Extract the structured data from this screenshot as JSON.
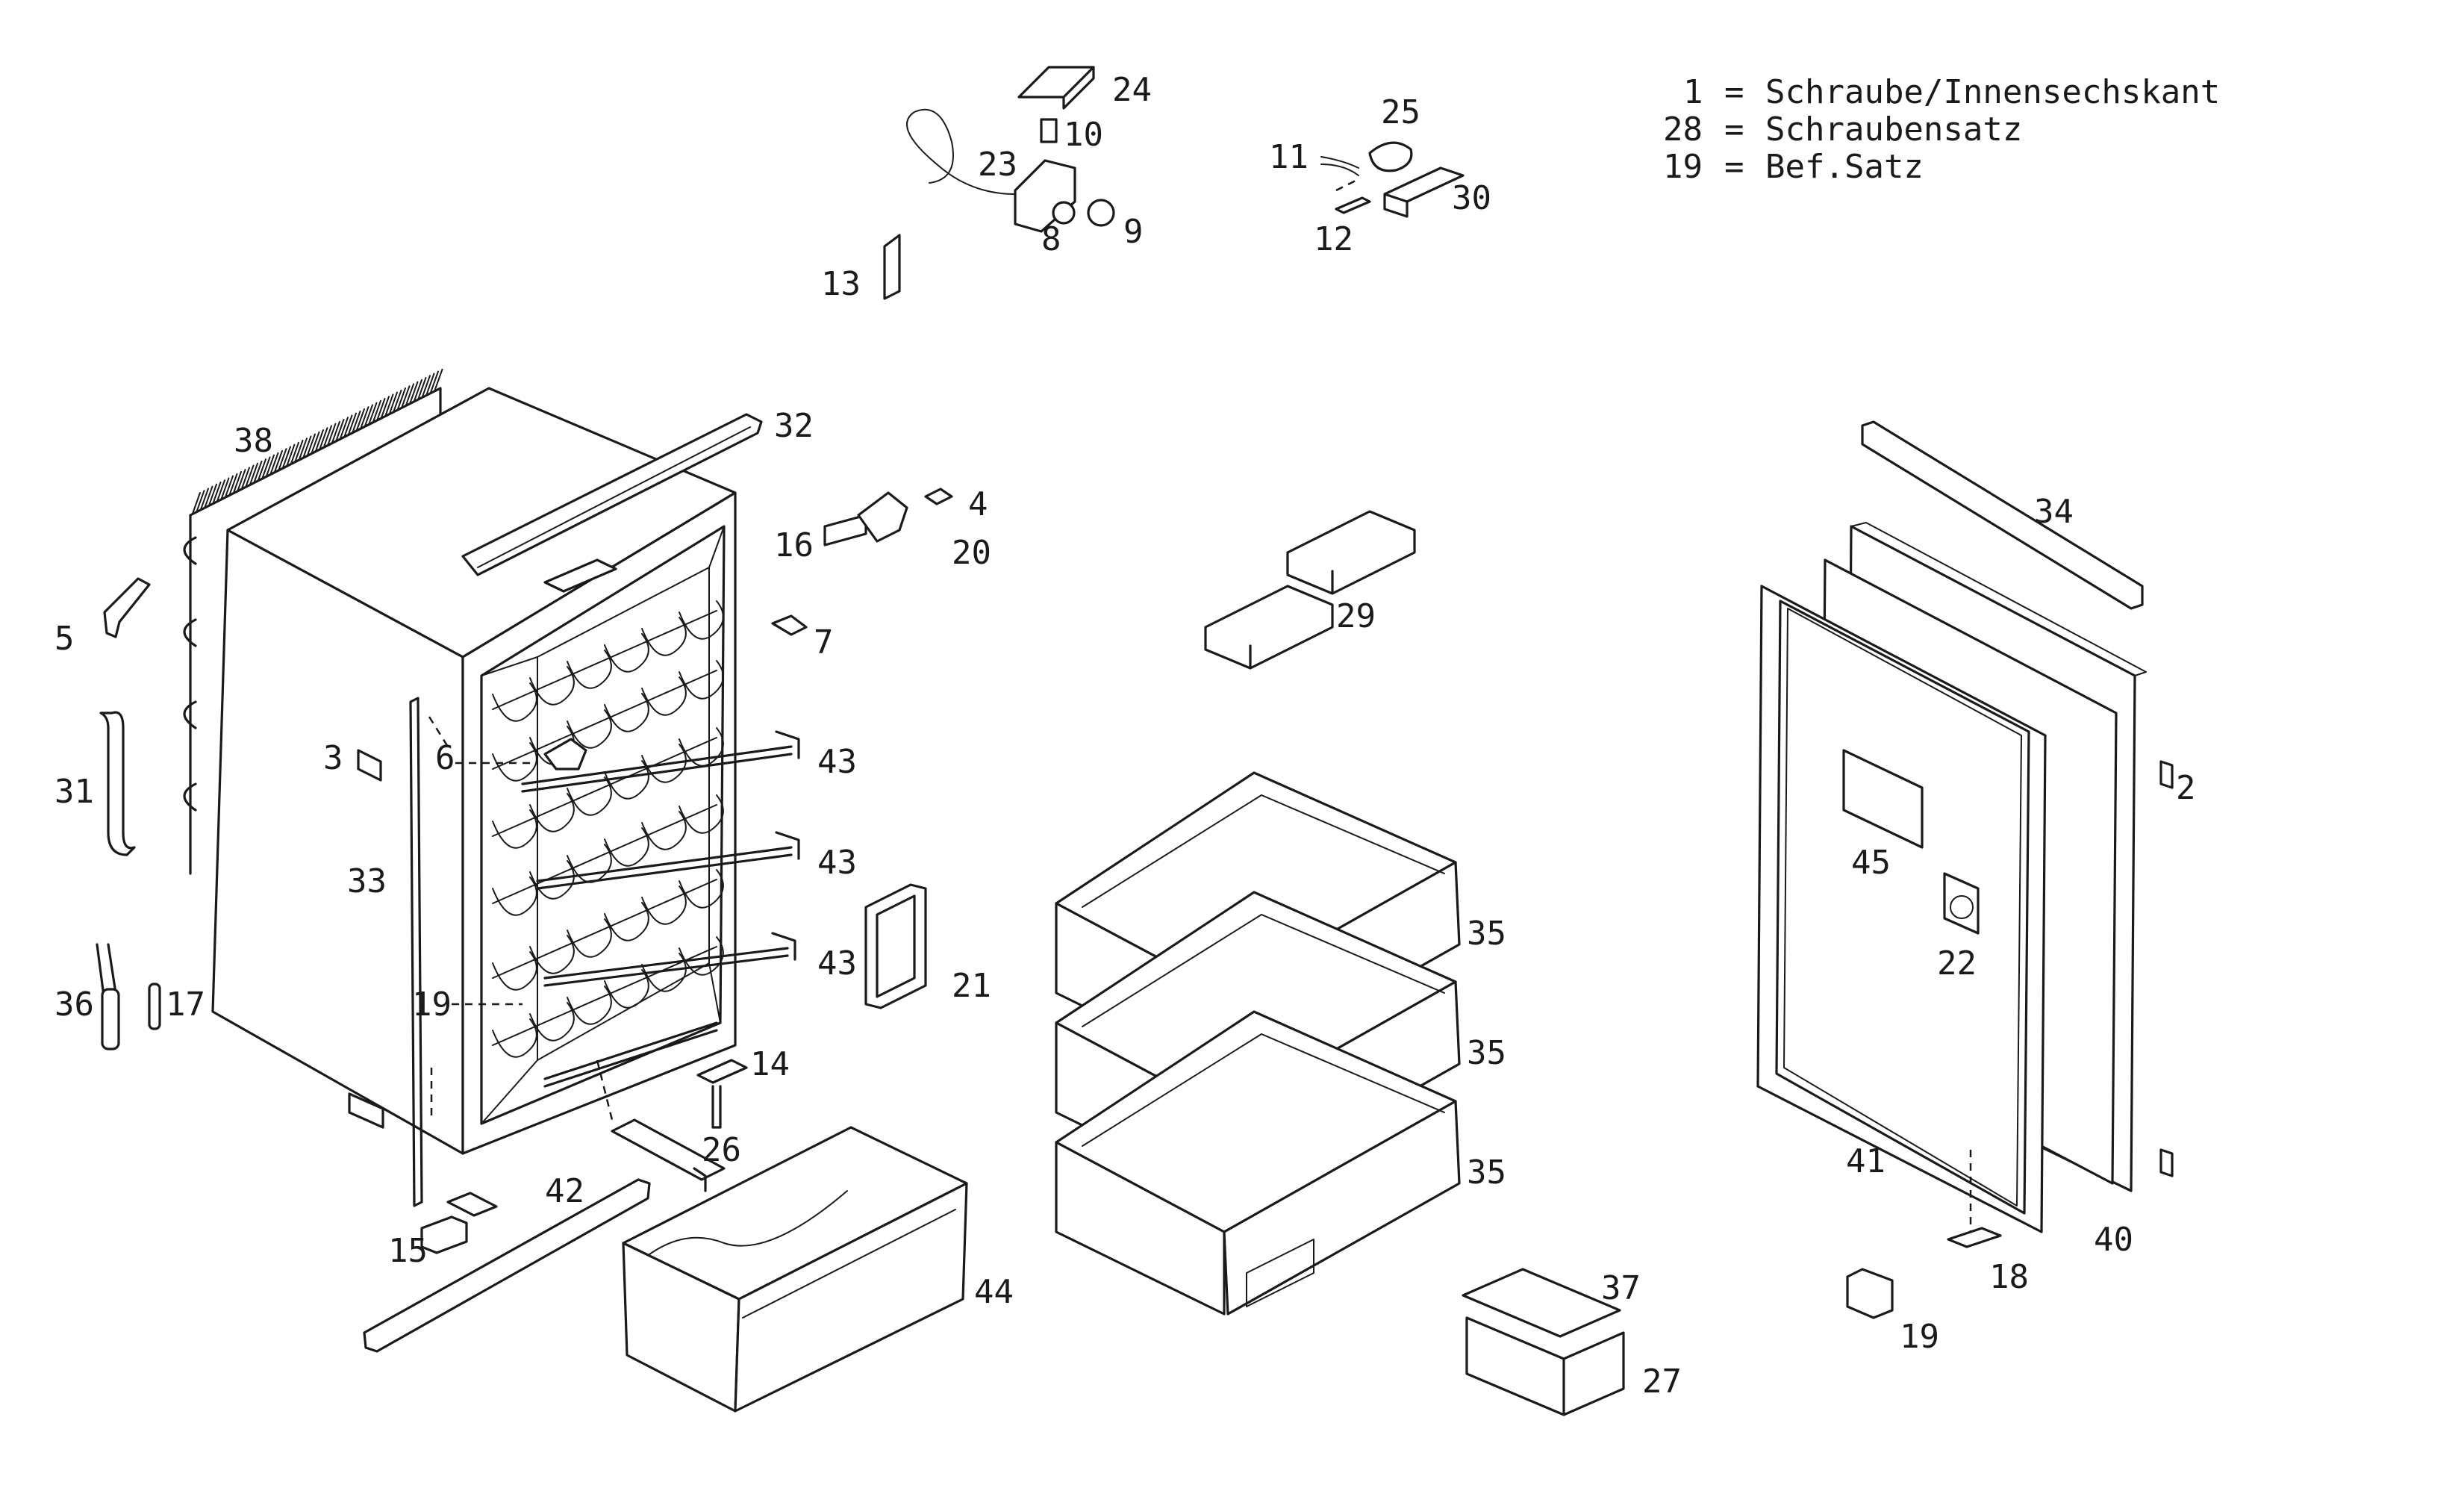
{
  "legend": [
    {
      "number": "1",
      "text": "Schraube/Innensechskant"
    },
    {
      "number": "28",
      "text": "Schraubensatz"
    },
    {
      "number": "19",
      "text": "Bef.Satz"
    }
  ],
  "parts": {
    "p1": "2",
    "p2": "3",
    "p3": "4",
    "p4": "5",
    "p5": "6",
    "p6": "7",
    "p7": "8",
    "p8": "9",
    "p9": "10",
    "p10": "11",
    "p11": "12",
    "p12": "13",
    "p13": "14",
    "p14": "15",
    "p15": "16",
    "p16": "17",
    "p17": "18",
    "p18": "19",
    "p19": "19",
    "p20": "20",
    "p21": "21",
    "p22": "22",
    "p23": "23",
    "p24": "24",
    "p25": "25",
    "p26": "26",
    "p27": "27",
    "p28": "29",
    "p29": "30",
    "p30": "31",
    "p31": "32",
    "p32": "33",
    "p33": "34",
    "p34": "35",
    "p35": "35",
    "p36": "35",
    "p37": "36",
    "p38": "37",
    "p39": "38",
    "p40": "40",
    "p41": "41",
    "p42": "42",
    "p43": "43",
    "p44": "43",
    "p45": "43",
    "p46": "44",
    "p47": "45"
  }
}
